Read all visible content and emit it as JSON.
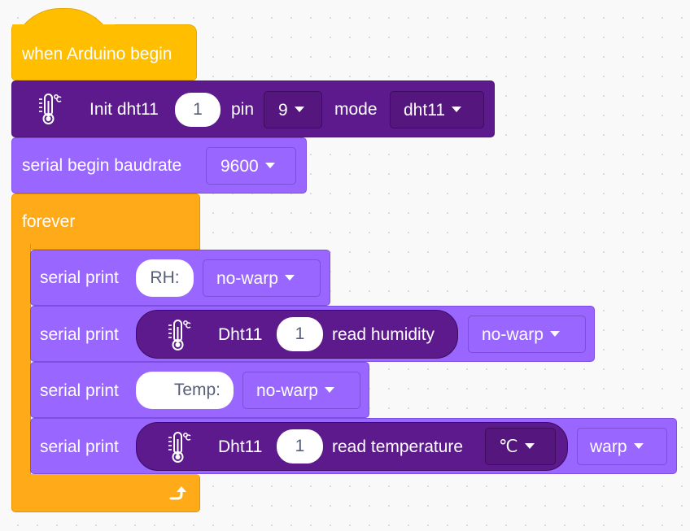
{
  "hat": {
    "label": "when Arduino begin"
  },
  "init_block": {
    "icon": "thermometer-icon",
    "label": "Init dht11",
    "index_value": "1",
    "pin_label": "pin",
    "pin_value": "9",
    "mode_label": "mode",
    "mode_value": "dht11"
  },
  "serial_begin": {
    "label": "serial begin baudrate",
    "value": "9600"
  },
  "forever": {
    "label": "forever",
    "loop_icon": "loop-arrow-icon"
  },
  "prints": [
    {
      "label": "serial print",
      "text_value": "RH:",
      "mode": "no-warp"
    },
    {
      "label": "serial print",
      "reporter_label": "Dht11",
      "reporter_index": "1",
      "reporter_action": "read humidity",
      "mode": "no-warp"
    },
    {
      "label": "serial print",
      "text_value": "Temp:",
      "mode": "no-warp"
    },
    {
      "label": "serial print",
      "reporter_label": "Dht11",
      "reporter_index": "1",
      "reporter_action": "read temperature",
      "unit": "℃",
      "mode": "warp"
    }
  ],
  "colors": {
    "events": "#ffbf00",
    "dht": "#5c1a8c",
    "serial": "#9966ff",
    "control": "#ffab19"
  }
}
